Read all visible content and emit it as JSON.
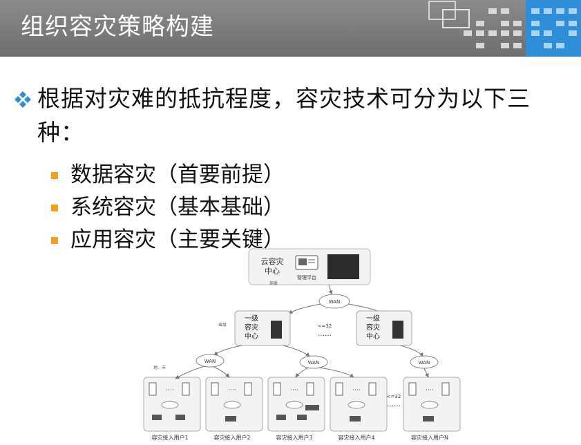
{
  "header": {
    "title": "组织容灾策略构建"
  },
  "main": {
    "intro": "根据对灾难的抵抗程度，容灾技术可分为以下三种：",
    "items": [
      {
        "label": "数据容灾（首要前提）"
      },
      {
        "label": "系统容灾（基本基础）"
      },
      {
        "label": "应用容灾（主要关键）"
      }
    ]
  },
  "diagram": {
    "cloud_center_label_1": "云容灾",
    "cloud_center_label_2": "中心",
    "mgmt_label": "管理平台",
    "ministry_label": "部委",
    "wan": "WAN",
    "province_label": "省级",
    "city_label": "地、市",
    "level1_line1": "一级",
    "level1_line2": "容灾",
    "level1_line3": "中心",
    "le32": "<=32",
    "dots": "……",
    "users": [
      "容灾接入用户1",
      "容灾接入用户2",
      "容灾接入用户3",
      "容灾接入用户4",
      "容灾接入用户N"
    ]
  },
  "colors": {
    "header_bg": "#7a7a7a",
    "bullet": "#f0a020",
    "diamond": "#2a8fd4"
  }
}
